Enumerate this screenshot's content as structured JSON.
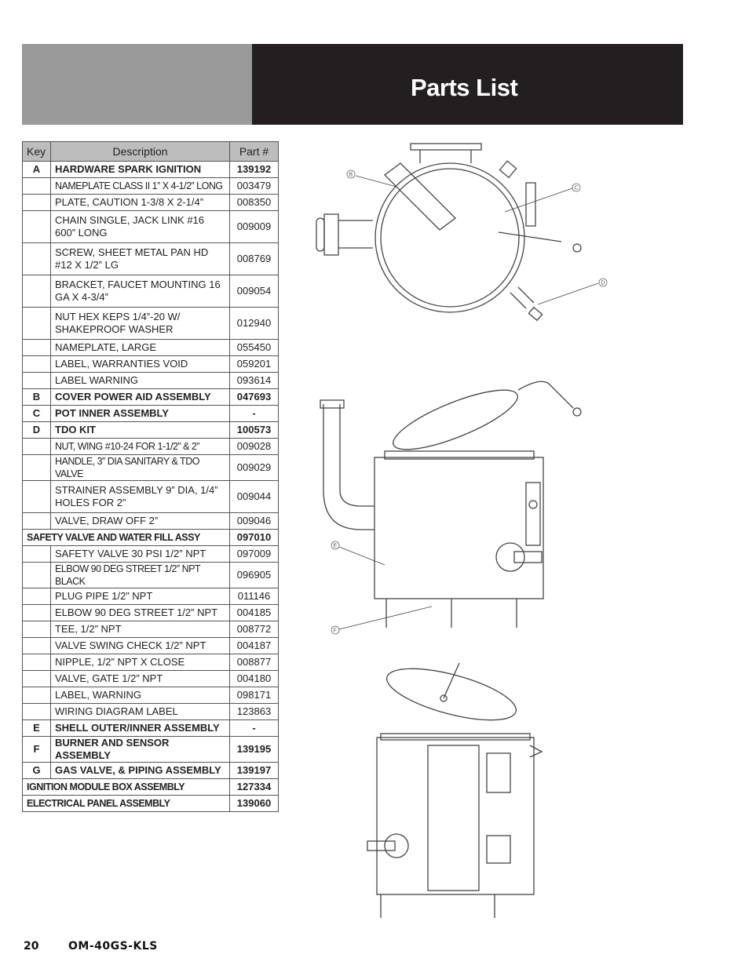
{
  "header": {
    "title": "Parts List"
  },
  "table": {
    "headers": {
      "key": "Key",
      "description": "Description",
      "part": "Part #"
    },
    "rows": [
      {
        "key": "A",
        "description": "HARDWARE SPARK IGNITION",
        "part": "139192",
        "bold": true
      },
      {
        "key": "",
        "description": "NAMEPLATE CLASS II 1” X 4-1/2” LONG",
        "part": "003479"
      },
      {
        "key": "",
        "description": "PLATE, CAUTION 1-3/8 X 2-1/4”",
        "part": "008350"
      },
      {
        "key": "",
        "description": "CHAIN SINGLE, JACK LINK #16 600” LONG",
        "part": "009009"
      },
      {
        "key": "",
        "description": "SCREW, SHEET METAL PAN HD #12 X 1/2” LG",
        "part": "008769"
      },
      {
        "key": "",
        "description": "BRACKET, FAUCET MOUNTING 16 GA X 4-3/4”",
        "part": "009054"
      },
      {
        "key": "",
        "description": "NUT HEX KEPS 1/4”-20 W/ SHAKEPROOF WASHER",
        "part": "012940"
      },
      {
        "key": "",
        "description": "NAMEPLATE, LARGE",
        "part": "055450"
      },
      {
        "key": "",
        "description": "LABEL, WARRANTIES VOID",
        "part": "059201"
      },
      {
        "key": "",
        "description": "LABEL WARNING",
        "part": "093614"
      },
      {
        "key": "B",
        "description": "COVER POWER AID ASSEMBLY",
        "part": "047693",
        "bold": true
      },
      {
        "key": "C",
        "description": "POT INNER ASSEMBLY",
        "part": "-",
        "bold": true
      },
      {
        "key": "D",
        "description": "TDO KIT",
        "part": "100573",
        "bold": true
      },
      {
        "key": "",
        "description": "NUT, WING #10-24 FOR 1-1/2” & 2”",
        "part": "009028"
      },
      {
        "key": "",
        "description": "HANDLE, 3” DIA SANITARY & TDO VALVE",
        "part": "009029"
      },
      {
        "key": "",
        "description": "STRAINER ASSEMBLY 9” DIA, 1/4” HOLES FOR 2”",
        "part": "009044"
      },
      {
        "key": "",
        "description": "VALVE, DRAW OFF 2”",
        "part": "009046"
      },
      {
        "span": true,
        "description": "SAFETY VALVE AND WATER FILL ASSY",
        "part": "097010",
        "bold": true
      },
      {
        "key": "",
        "description": "SAFETY VALVE 30 PSI 1/2” NPT",
        "part": "097009"
      },
      {
        "key": "",
        "description": "ELBOW 90 DEG STREET 1/2” NPT BLACK",
        "part": "096905"
      },
      {
        "key": "",
        "description": "PLUG PIPE 1/2” NPT",
        "part": "011146"
      },
      {
        "key": "",
        "description": "ELBOW 90 DEG STREET 1/2” NPT",
        "part": "004185"
      },
      {
        "key": "",
        "description": "TEE, 1/2” NPT",
        "part": "008772"
      },
      {
        "key": "",
        "description": "VALVE SWING CHECK 1/2” NPT",
        "part": "004187"
      },
      {
        "key": "",
        "description": "NIPPLE, 1/2” NPT X CLOSE",
        "part": "008877"
      },
      {
        "key": "",
        "description": "VALVE, GATE 1/2” NPT",
        "part": "004180"
      },
      {
        "key": "",
        "description": "LABEL, WARNING",
        "part": "098171"
      },
      {
        "key": "",
        "description": "WIRING DIAGRAM LABEL",
        "part": "123863"
      },
      {
        "key": "E",
        "description": "SHELL OUTER/INNER ASSEMBLY",
        "part": "-",
        "bold": true
      },
      {
        "key": "F",
        "description": "BURNER AND SENSOR ASSEMBLY",
        "part": "139195",
        "bold": true
      },
      {
        "key": "G",
        "description": "GAS VALVE, & PIPING ASSEMBLY",
        "part": "139197",
        "bold": true
      },
      {
        "span": true,
        "description": "IGNITION MODULE BOX ASSEMBLY",
        "part": "127334",
        "bold": true
      },
      {
        "span": true,
        "description": "ELECTRICAL PANEL ASSEMBLY",
        "part": "139060",
        "bold": true
      }
    ]
  },
  "diagram_labels": {
    "b": "B",
    "c": "C",
    "d": "D",
    "e": "E",
    "f": "F"
  },
  "footer": {
    "page_number": "20",
    "model": "OM-40GS-KLS"
  }
}
